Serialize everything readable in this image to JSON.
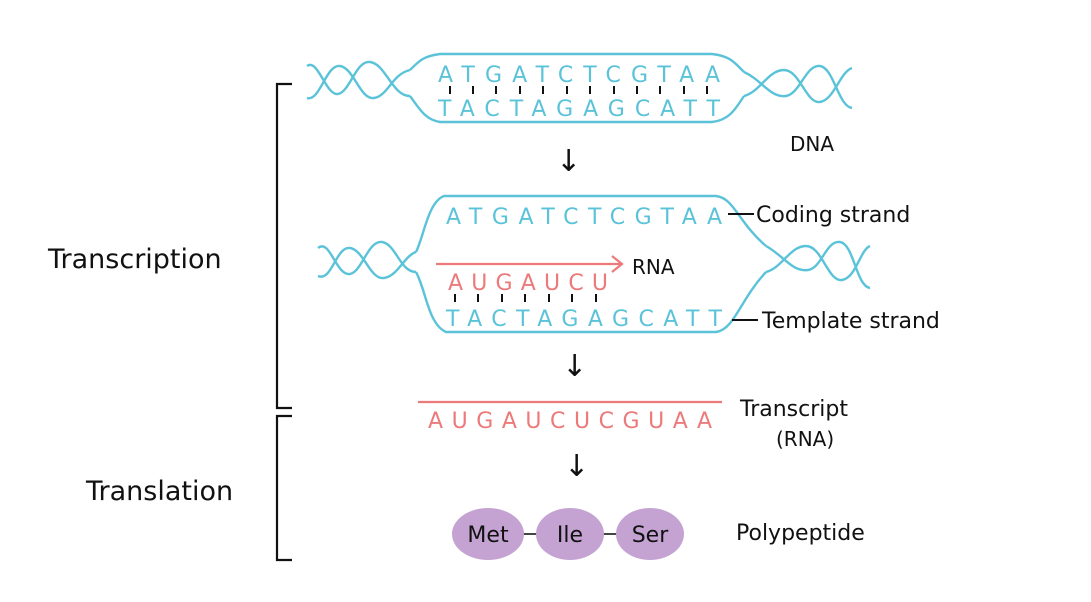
{
  "colors": {
    "dna": "#5bc3d9",
    "rna": "#ec7a7a",
    "protein": "#c4a3d2",
    "ink": "#111111"
  },
  "dna": {
    "label": "DNA",
    "top_strand": "ATGATCTCGTAA",
    "bottom_strand": "TACTAGAGCATT"
  },
  "transcription_bubble": {
    "coding_strand": "ATGATCTCGTAA",
    "coding_label": "Coding strand",
    "rna_partial": "AUGAUCU",
    "rna_label": "RNA",
    "template_strand": "TACTAGAGCATT",
    "template_label": "Template strand"
  },
  "transcript": {
    "sequence": "AUGAUCUCGUAA",
    "label_line1": "Transcript",
    "label_line2": "(RNA)"
  },
  "polypeptide": {
    "amino_acids": [
      "Met",
      "Ile",
      "Ser"
    ],
    "label": "Polypeptide"
  },
  "stages": {
    "transcription": "Transcription",
    "translation": "Translation"
  },
  "arrow_glyph": "↓"
}
